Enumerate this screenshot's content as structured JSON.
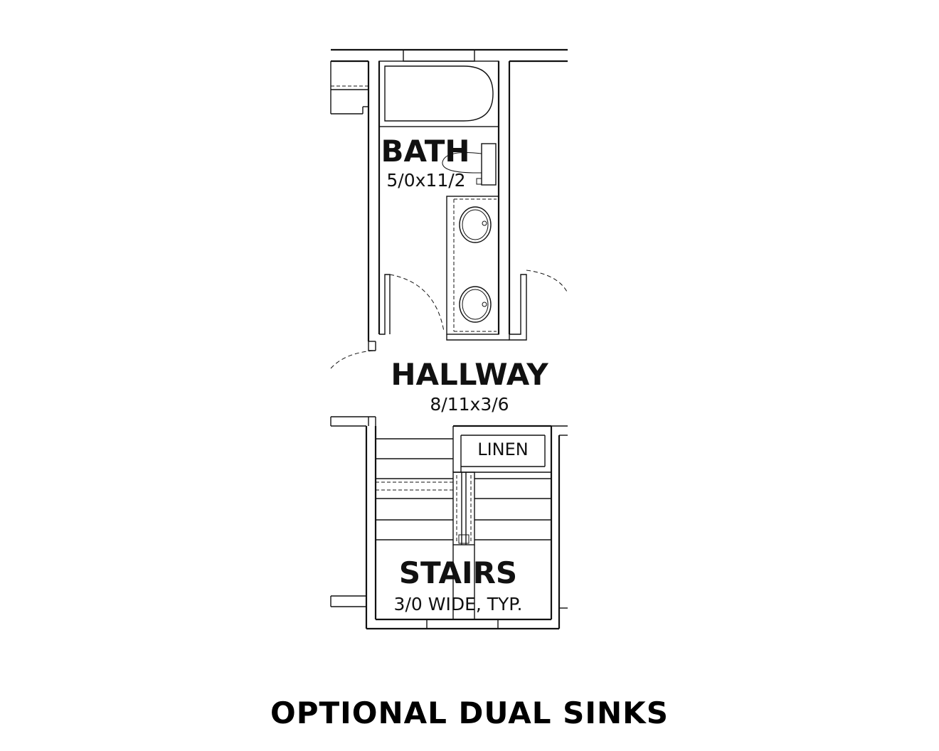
{
  "rooms": {
    "bath": {
      "name": "BATH",
      "dim": "5/0x11/2"
    },
    "hallway": {
      "name": "HALLWAY",
      "dim": "8/11x3/6"
    },
    "linen": {
      "name": "LINEN"
    },
    "stairs": {
      "name": "STAIRS",
      "dim": "3/0 WIDE, TYP."
    }
  },
  "caption": "OPTIONAL DUAL SINKS"
}
